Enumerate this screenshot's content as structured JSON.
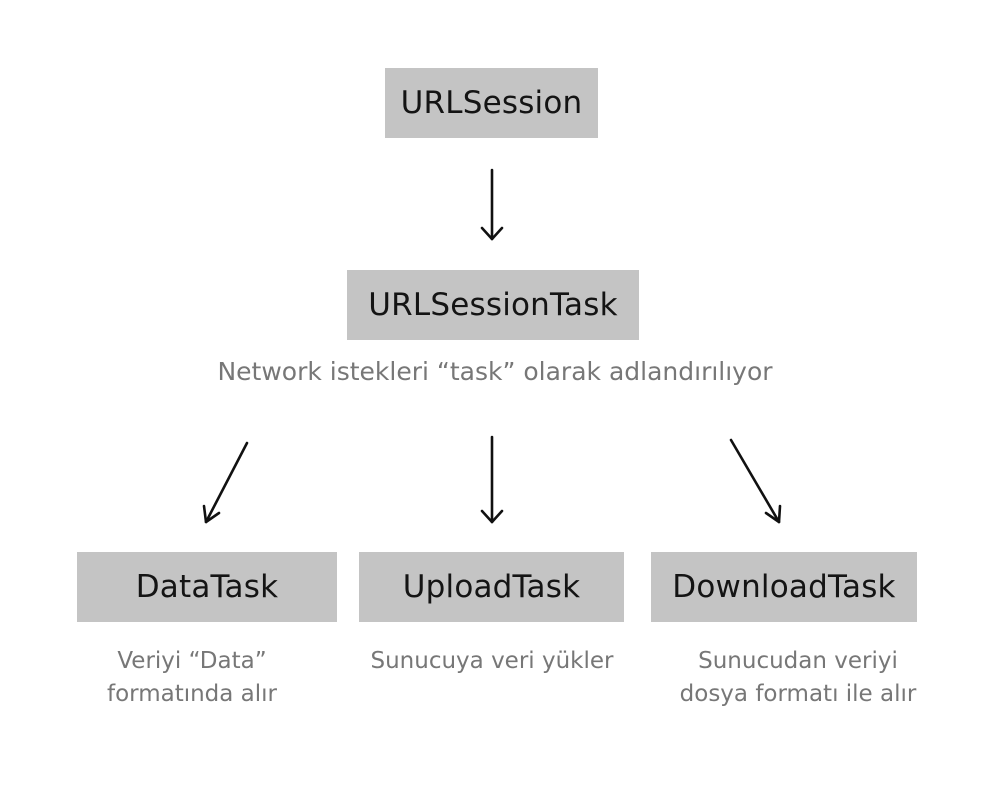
{
  "root": {
    "label": "URLSession"
  },
  "task": {
    "label": "URLSessionTask",
    "caption": "Network istekleri “task” olarak adlandırılıyor"
  },
  "children": [
    {
      "label": "DataTask",
      "caption": "Veriyi “Data”\nformatında  alır"
    },
    {
      "label": "UploadTask",
      "caption": "Sunucuya veri yükler"
    },
    {
      "label": "DownloadTask",
      "caption": "Sunucudan veriyi\ndosya formatı ile alır"
    }
  ],
  "colors": {
    "box": "#c4c4c4",
    "caption": "#777777",
    "arrow": "#111111"
  }
}
